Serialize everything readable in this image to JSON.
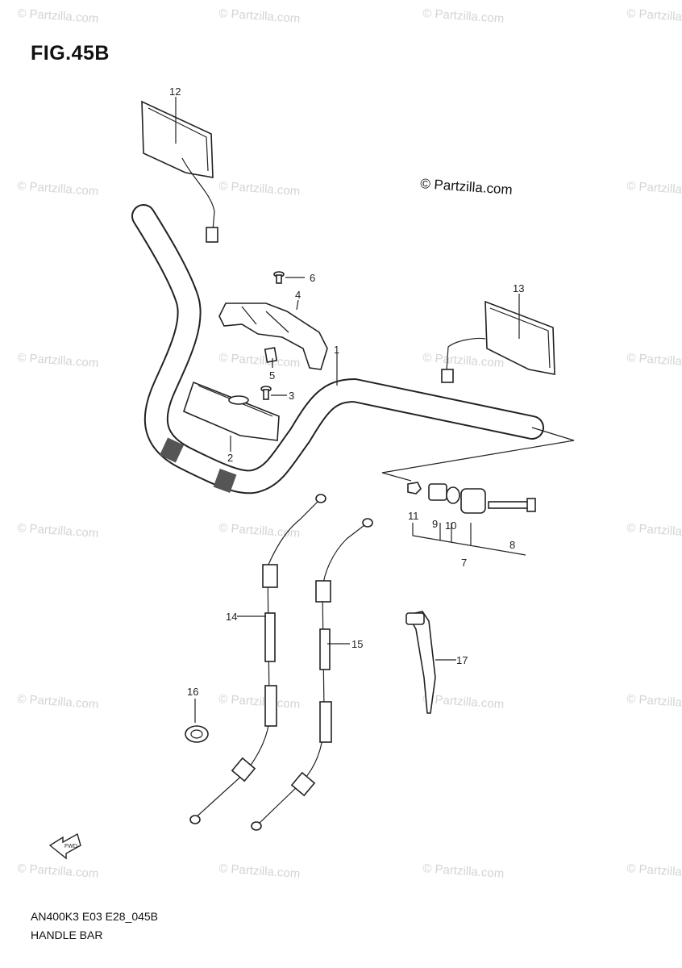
{
  "figure": {
    "title": "FIG.45B",
    "model_code": "AN400K3 E03 E28_045B",
    "section_name": "HANDLE BAR",
    "copyright": "© Partzilla.com",
    "watermark": "© Partzilla.com",
    "fwd_arrow": "FWD"
  },
  "callouts": [
    {
      "id": "1",
      "part": "handlebar"
    },
    {
      "id": "2",
      "part": "holder-upper"
    },
    {
      "id": "3",
      "part": "bolt"
    },
    {
      "id": "4",
      "part": "holder-lower"
    },
    {
      "id": "5",
      "part": "clip"
    },
    {
      "id": "6",
      "part": "screw"
    },
    {
      "id": "7",
      "part": "balancer-set"
    },
    {
      "id": "8",
      "part": "bolt"
    },
    {
      "id": "9",
      "part": "damper"
    },
    {
      "id": "10",
      "part": "washer"
    },
    {
      "id": "11",
      "part": "nut"
    },
    {
      "id": "12",
      "part": "mirror-right"
    },
    {
      "id": "13",
      "part": "mirror-left"
    },
    {
      "id": "14",
      "part": "throttle-cable-1"
    },
    {
      "id": "15",
      "part": "throttle-cable-2"
    },
    {
      "id": "16",
      "part": "clamp"
    },
    {
      "id": "17",
      "part": "tool"
    }
  ]
}
